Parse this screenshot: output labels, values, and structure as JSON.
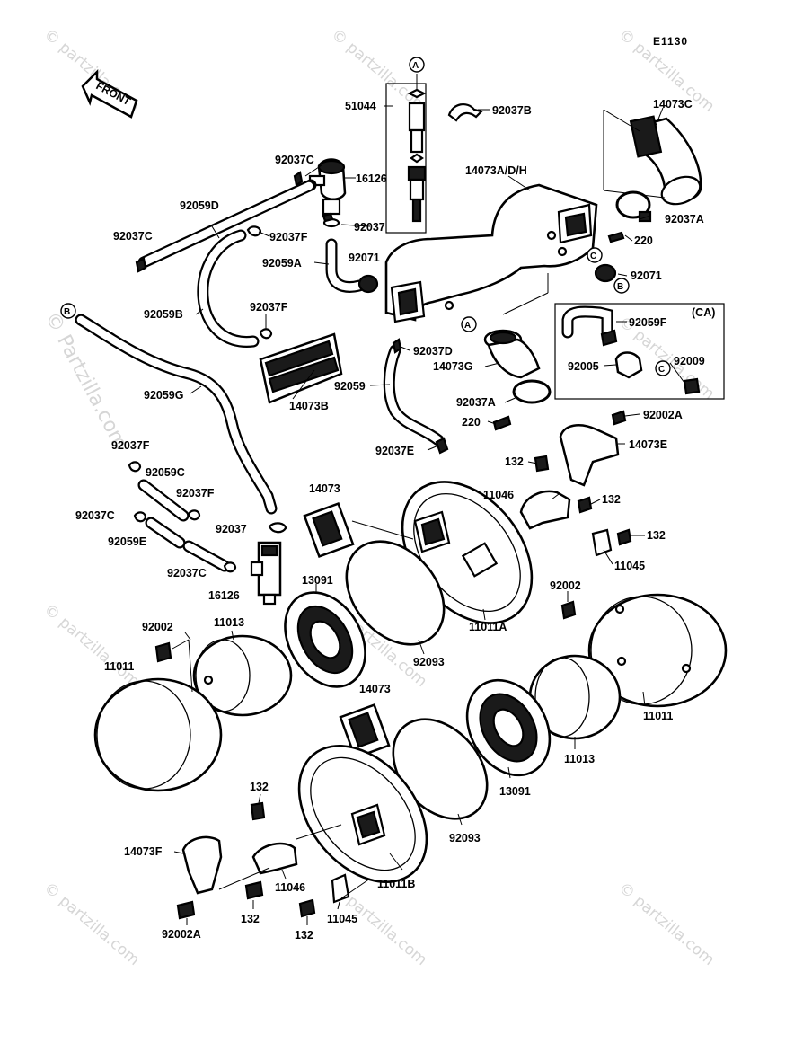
{
  "diagram_code": "E1130",
  "front_label": "FRONT",
  "watermark": {
    "short": "© partzilla.com",
    "long": "© Partzilla.com"
  },
  "labels": {
    "p51044": "51044",
    "p92037B": "92037B",
    "p14073C": "14073C",
    "p92037C_top": "92037C",
    "p16126_top": "16126",
    "p14073ADH": "14073A/D/H",
    "p92059D": "92059D",
    "p92037_top": "92037",
    "p92037C_left": "92037C",
    "p92037F_top": "92037F",
    "p92037A_top": "92037A",
    "p220_top": "220",
    "p92059A": "92059A",
    "p92071_left": "92071",
    "p92071_right": "92071",
    "p92059B": "92059B",
    "p92037F_mid": "92037F",
    "p92059F": "92059F",
    "pCA": "(CA)",
    "p92037D": "92037D",
    "p14073G": "14073G",
    "p92005": "92005",
    "p92009": "92009",
    "p92059G": "92059G",
    "p92059": "92059",
    "p14073B": "14073B",
    "p92037A_mid": "92037A",
    "p220_mid": "220",
    "p92002A_right": "92002A",
    "p92037F_left": "92037F",
    "p14073E": "14073E",
    "p92037E": "92037E",
    "p92059C": "92059C",
    "p132_a": "132",
    "p92037F_b": "92037F",
    "p11046_top": "11046",
    "p132_b": "132",
    "p14073_top": "14073",
    "p92037C_b": "92037C",
    "p92059E": "92059E",
    "p92037_b": "92037",
    "p132_c": "132",
    "p11045_top": "11045",
    "p92037C_c": "92037C",
    "p13091_top": "13091",
    "p16126_b": "16126",
    "p92002_right": "92002",
    "p92002_left": "92002",
    "p11013_left": "11013",
    "p11011A": "11011A",
    "p11011_left": "11011",
    "p92093_top": "92093",
    "p14073_b": "14073",
    "p11011_right": "11011",
    "p11013_right": "11013",
    "p13091_b": "13091",
    "p132_d": "132",
    "p92093_b": "92093",
    "p14073F": "14073F",
    "p11011B": "11011B",
    "p11046_b": "11046",
    "p132_e": "132",
    "p11045_b": "11045",
    "p92002A_b": "92002A",
    "p132_f": "132"
  },
  "callouts": {
    "a1": "A",
    "a2": "A",
    "b1": "B",
    "b2": "B",
    "c1": "C",
    "c2": "C"
  }
}
